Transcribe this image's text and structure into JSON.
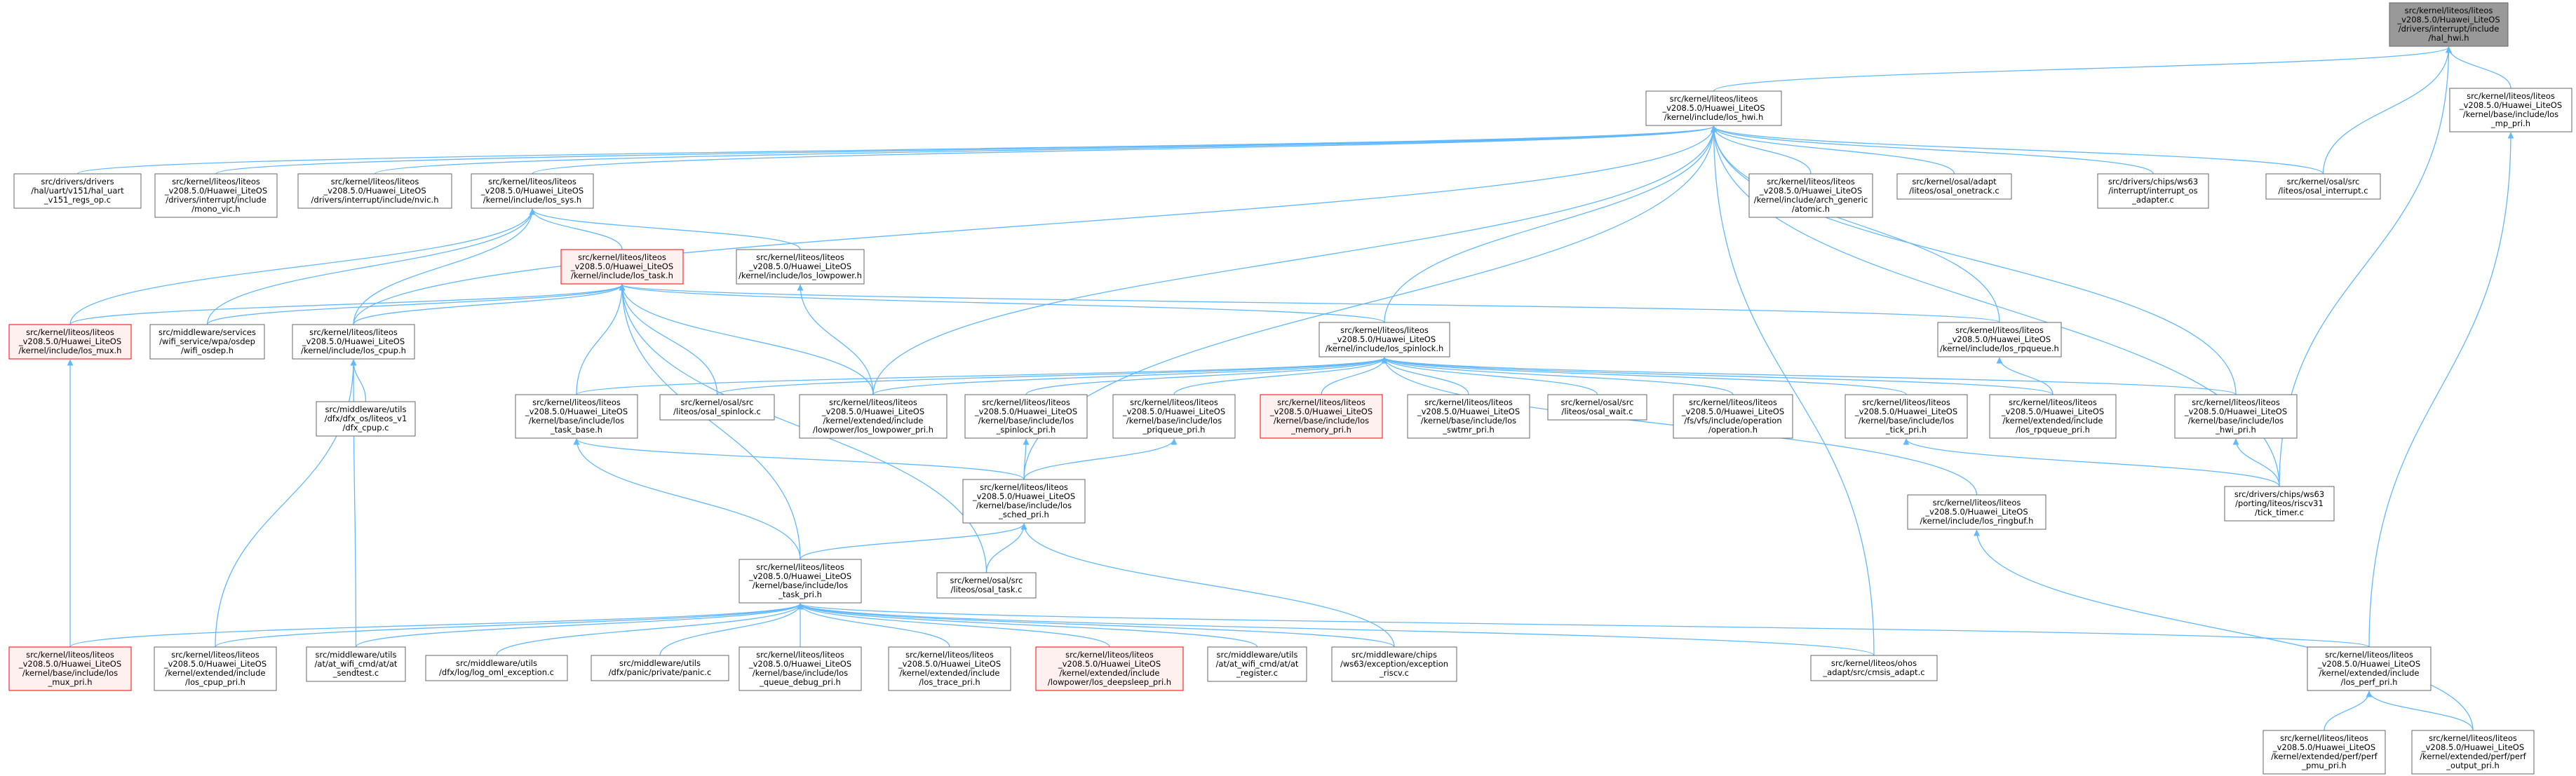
{
  "colors": {
    "edge": "#63b8ff",
    "node_fill": "#ffffff",
    "node_stroke": "#666666",
    "root_fill": "#999999",
    "root_stroke": "#666666",
    "red_fill": "#fff0f0",
    "red_stroke": "#ff0000"
  },
  "nodes": [
    {
      "id": "hal_hwi",
      "kind": "root",
      "lines": [
        "src/kernel/liteos/liteos",
        "_v208.5.0/Huawei_LiteOS",
        "/drivers/interrupt/include",
        "/hal_hwi.h"
      ]
    },
    {
      "id": "los_hwi",
      "kind": "normal",
      "lines": [
        "src/kernel/liteos/liteos",
        "_v208.5.0/Huawei_LiteOS",
        "/kernel/include/los_hwi.h"
      ]
    },
    {
      "id": "los_mp_pri",
      "kind": "normal",
      "lines": [
        "src/kernel/liteos/liteos",
        "_v208.5.0/Huawei_LiteOS",
        "/kernel/base/include/los",
        "_mp_pri.h"
      ]
    },
    {
      "id": "hal_uart",
      "kind": "normal",
      "lines": [
        "src/drivers/drivers",
        "/hal/uart/v151/hal_uart",
        "_v151_regs_op.c"
      ]
    },
    {
      "id": "mono_vic",
      "kind": "normal",
      "lines": [
        "src/kernel/liteos/liteos",
        "_v208.5.0/Huawei_LiteOS",
        "/drivers/interrupt/include",
        "/mono_vic.h"
      ]
    },
    {
      "id": "nvic",
      "kind": "normal",
      "lines": [
        "src/kernel/liteos/liteos",
        "_v208.5.0/Huawei_LiteOS",
        "/drivers/interrupt/include/nvic.h"
      ]
    },
    {
      "id": "los_sys",
      "kind": "normal",
      "lines": [
        "src/kernel/liteos/liteos",
        "_v208.5.0/Huawei_LiteOS",
        "/kernel/include/los_sys.h"
      ]
    },
    {
      "id": "atomic",
      "kind": "normal",
      "lines": [
        "src/kernel/liteos/liteos",
        "_v208.5.0/Huawei_LiteOS",
        "/kernel/include/arch_generic",
        "/atomic.h"
      ]
    },
    {
      "id": "osal_onetrack",
      "kind": "normal",
      "lines": [
        "src/kernel/osal/adapt",
        "/liteos/osal_onetrack.c"
      ]
    },
    {
      "id": "interrupt_os_adapter",
      "kind": "normal",
      "lines": [
        "src/drivers/chips/ws63",
        "/interrupt/interrupt_os",
        "_adapter.c"
      ]
    },
    {
      "id": "osal_interrupt",
      "kind": "normal",
      "lines": [
        "src/kernel/osal/src",
        "/liteos/osal_interrupt.c"
      ]
    },
    {
      "id": "los_task",
      "kind": "red",
      "lines": [
        "src/kernel/liteos/liteos",
        "_v208.5.0/Huawei_LiteOS",
        "/kernel/include/los_task.h"
      ]
    },
    {
      "id": "los_lowpower",
      "kind": "normal",
      "lines": [
        "src/kernel/liteos/liteos",
        "_v208.5.0/Huawei_LiteOS",
        "/kernel/include/los_lowpower.h"
      ]
    },
    {
      "id": "los_mux",
      "kind": "red",
      "lines": [
        "src/kernel/liteos/liteos",
        "_v208.5.0/Huawei_LiteOS",
        "/kernel/include/los_mux.h"
      ]
    },
    {
      "id": "wifi_osdep",
      "kind": "normal",
      "lines": [
        "src/middleware/services",
        "/wifi_service/wpa/osdep",
        "/wifi_osdep.h"
      ]
    },
    {
      "id": "los_cpup",
      "kind": "normal",
      "lines": [
        "src/kernel/liteos/liteos",
        "_v208.5.0/Huawei_LiteOS",
        "/kernel/include/los_cpup.h"
      ]
    },
    {
      "id": "los_spinlock",
      "kind": "normal",
      "lines": [
        "src/kernel/liteos/liteos",
        "_v208.5.0/Huawei_LiteOS",
        "/kernel/include/los_spinlock.h"
      ]
    },
    {
      "id": "los_rpqueue",
      "kind": "normal",
      "lines": [
        "src/kernel/liteos/liteos",
        "_v208.5.0/Huawei_LiteOS",
        "/kernel/include/los_rpqueue.h"
      ]
    },
    {
      "id": "dfx_cpup",
      "kind": "normal",
      "lines": [
        "src/middleware/utils",
        "/dfx/dfx_os/liteos_v1",
        "/dfx_cpup.c"
      ]
    },
    {
      "id": "los_task_base",
      "kind": "normal",
      "lines": [
        "src/kernel/liteos/liteos",
        "_v208.5.0/Huawei_LiteOS",
        "/kernel/base/include/los",
        "_task_base.h"
      ]
    },
    {
      "id": "osal_spinlock",
      "kind": "normal",
      "lines": [
        "src/kernel/osal/src",
        "/liteos/osal_spinlock.c"
      ]
    },
    {
      "id": "los_lowpower_pri",
      "kind": "normal",
      "lines": [
        "src/kernel/liteos/liteos",
        "_v208.5.0/Huawei_LiteOS",
        "/kernel/extended/include",
        "/lowpower/los_lowpower_pri.h"
      ]
    },
    {
      "id": "los_spinlock_pri",
      "kind": "normal",
      "lines": [
        "src/kernel/liteos/liteos",
        "_v208.5.0/Huawei_LiteOS",
        "/kernel/base/include/los",
        "_spinlock_pri.h"
      ]
    },
    {
      "id": "los_priqueue_pri",
      "kind": "normal",
      "lines": [
        "src/kernel/liteos/liteos",
        "_v208.5.0/Huawei_LiteOS",
        "/kernel/base/include/los",
        "_priqueue_pri.h"
      ]
    },
    {
      "id": "los_memory_pri",
      "kind": "red",
      "lines": [
        "src/kernel/liteos/liteos",
        "_v208.5.0/Huawei_LiteOS",
        "/kernel/base/include/los",
        "_memory_pri.h"
      ]
    },
    {
      "id": "los_swtmr_pri",
      "kind": "normal",
      "lines": [
        "src/kernel/liteos/liteos",
        "_v208.5.0/Huawei_LiteOS",
        "/kernel/base/include/los",
        "_swtmr_pri.h"
      ]
    },
    {
      "id": "osal_wait",
      "kind": "normal",
      "lines": [
        "src/kernel/osal/src",
        "/liteos/osal_wait.c"
      ]
    },
    {
      "id": "operation",
      "kind": "normal",
      "lines": [
        "src/kernel/liteos/liteos",
        "_v208.5.0/Huawei_LiteOS",
        "/fs/vfs/include/operation",
        "/operation.h"
      ]
    },
    {
      "id": "los_tick_pri",
      "kind": "normal",
      "lines": [
        "src/kernel/liteos/liteos",
        "_v208.5.0/Huawei_LiteOS",
        "/kernel/base/include/los",
        "_tick_pri.h"
      ]
    },
    {
      "id": "los_rpqueue_pri",
      "kind": "normal",
      "lines": [
        "src/kernel/liteos/liteos",
        "_v208.5.0/Huawei_LiteOS",
        "/kernel/extended/include",
        "/los_rpqueue_pri.h"
      ]
    },
    {
      "id": "los_hwi_pri",
      "kind": "normal",
      "lines": [
        "src/kernel/liteos/liteos",
        "_v208.5.0/Huawei_LiteOS",
        "/kernel/base/include/los",
        "_hwi_pri.h"
      ]
    },
    {
      "id": "los_sched_pri",
      "kind": "normal",
      "lines": [
        "src/kernel/liteos/liteos",
        "_v208.5.0/Huawei_LiteOS",
        "/kernel/base/include/los",
        "_sched_pri.h"
      ]
    },
    {
      "id": "los_ringbuf",
      "kind": "normal",
      "lines": [
        "src/kernel/liteos/liteos",
        "_v208.5.0/Huawei_LiteOS",
        "/kernel/include/los_ringbuf.h"
      ]
    },
    {
      "id": "tick_timer",
      "kind": "normal",
      "lines": [
        "src/drivers/chips/ws63",
        "/porting/liteos/riscv31",
        "/tick_timer.c"
      ]
    },
    {
      "id": "osal_task",
      "kind": "normal",
      "lines": [
        "src/kernel/osal/src",
        "/liteos/osal_task.c"
      ]
    },
    {
      "id": "los_task_pri",
      "kind": "normal",
      "lines": [
        "src/kernel/liteos/liteos",
        "_v208.5.0/Huawei_LiteOS",
        "/kernel/base/include/los",
        "_task_pri.h"
      ]
    },
    {
      "id": "los_mux_pri",
      "kind": "red",
      "lines": [
        "src/kernel/liteos/liteos",
        "_v208.5.0/Huawei_LiteOS",
        "/kernel/base/include/los",
        "_mux_pri.h"
      ]
    },
    {
      "id": "los_cpup_pri",
      "kind": "normal",
      "lines": [
        "src/kernel/liteos/liteos",
        "_v208.5.0/Huawei_LiteOS",
        "/kernel/extended/include",
        "/los_cpup_pri.h"
      ]
    },
    {
      "id": "at_sendtest",
      "kind": "normal",
      "lines": [
        "src/middleware/utils",
        "/at/at_wifi_cmd/at/at",
        "_sendtest.c"
      ]
    },
    {
      "id": "log_oml_exception",
      "kind": "normal",
      "lines": [
        "src/middleware/utils",
        "/dfx/log/log_oml_exception.c"
      ]
    },
    {
      "id": "panic",
      "kind": "normal",
      "lines": [
        "src/middleware/utils",
        "/dfx/panic/private/panic.c"
      ]
    },
    {
      "id": "los_queue_debug_pri",
      "kind": "normal",
      "lines": [
        "src/kernel/liteos/liteos",
        "_v208.5.0/Huawei_LiteOS",
        "/kernel/base/include/los",
        "_queue_debug_pri.h"
      ]
    },
    {
      "id": "los_trace_pri",
      "kind": "normal",
      "lines": [
        "src/kernel/liteos/liteos",
        "_v208.5.0/Huawei_LiteOS",
        "/kernel/extended/include",
        "/los_trace_pri.h"
      ]
    },
    {
      "id": "los_deepsleep_pri",
      "kind": "red",
      "lines": [
        "src/kernel/liteos/liteos",
        "_v208.5.0/Huawei_LiteOS",
        "/kernel/extended/include",
        "/lowpower/los_deepsleep_pri.h"
      ]
    },
    {
      "id": "at_register",
      "kind": "normal",
      "lines": [
        "src/middleware/utils",
        "/at/at_wifi_cmd/at/at",
        "_register.c"
      ]
    },
    {
      "id": "exception_riscv",
      "kind": "normal",
      "lines": [
        "src/middleware/chips",
        "/ws63/exception/exception",
        "_riscv.c"
      ]
    },
    {
      "id": "cmsis_adapt",
      "kind": "normal",
      "lines": [
        "src/kernel/liteos/ohos",
        "_adapt/src/cmsis_adapt.c"
      ]
    },
    {
      "id": "los_perf_pri",
      "kind": "normal",
      "lines": [
        "src/kernel/liteos/liteos",
        "_v208.5.0/Huawei_LiteOS",
        "/kernel/extended/include",
        "/los_perf_pri.h"
      ]
    },
    {
      "id": "perf_pmu_pri",
      "kind": "normal",
      "lines": [
        "src/kernel/liteos/liteos",
        "_v208.5.0/Huawei_LiteOS",
        "/kernel/extended/perf/perf",
        "_pmu_pri.h"
      ]
    },
    {
      "id": "perf_output_pri",
      "kind": "normal",
      "lines": [
        "src/kernel/liteos/liteos",
        "_v208.5.0/Huawei_LiteOS",
        "/kernel/extended/perf/perf",
        "_output_pri.h"
      ]
    }
  ],
  "edges": [
    [
      "los_hwi",
      "hal_hwi"
    ],
    [
      "osal_interrupt",
      "hal_hwi"
    ],
    [
      "tick_timer",
      "hal_hwi"
    ],
    [
      "los_mp_pri",
      "hal_hwi"
    ],
    [
      "hal_uart",
      "los_hwi"
    ],
    [
      "mono_vic",
      "los_hwi"
    ],
    [
      "nvic",
      "los_hwi"
    ],
    [
      "los_sys",
      "los_hwi"
    ],
    [
      "atomic",
      "los_hwi"
    ],
    [
      "osal_onetrack",
      "los_hwi"
    ],
    [
      "interrupt_os_adapter",
      "los_hwi"
    ],
    [
      "osal_interrupt",
      "los_hwi"
    ],
    [
      "los_cpup",
      "los_hwi"
    ],
    [
      "los_spinlock",
      "los_hwi"
    ],
    [
      "los_rpqueue",
      "los_hwi"
    ],
    [
      "los_hwi_pri",
      "los_hwi"
    ],
    [
      "tick_timer",
      "los_hwi"
    ],
    [
      "los_sched_pri",
      "los_hwi"
    ],
    [
      "cmsis_adapt",
      "los_hwi"
    ],
    [
      "los_lowpower_pri",
      "los_hwi"
    ],
    [
      "los_task",
      "los_sys"
    ],
    [
      "los_lowpower",
      "los_sys"
    ],
    [
      "los_mux",
      "los_sys"
    ],
    [
      "wifi_osdep",
      "los_sys"
    ],
    [
      "los_cpup",
      "los_sys"
    ],
    [
      "los_mux",
      "los_task"
    ],
    [
      "wifi_osdep",
      "los_task"
    ],
    [
      "los_cpup",
      "los_task"
    ],
    [
      "los_spinlock",
      "los_task"
    ],
    [
      "los_task_base",
      "los_task"
    ],
    [
      "osal_spinlock",
      "los_task"
    ],
    [
      "los_lowpower_pri",
      "los_task"
    ],
    [
      "los_rpqueue",
      "los_task"
    ],
    [
      "los_task_pri",
      "los_task"
    ],
    [
      "osal_task",
      "los_task"
    ],
    [
      "los_lowpower_pri",
      "los_lowpower"
    ],
    [
      "los_mux_pri",
      "los_mux"
    ],
    [
      "dfx_cpup",
      "los_cpup"
    ],
    [
      "los_cpup_pri",
      "los_cpup"
    ],
    [
      "at_sendtest",
      "los_cpup"
    ],
    [
      "los_task_base",
      "los_spinlock"
    ],
    [
      "osal_spinlock",
      "los_spinlock"
    ],
    [
      "los_lowpower_pri",
      "los_spinlock"
    ],
    [
      "los_spinlock_pri",
      "los_spinlock"
    ],
    [
      "los_priqueue_pri",
      "los_spinlock"
    ],
    [
      "los_memory_pri",
      "los_spinlock"
    ],
    [
      "los_swtmr_pri",
      "los_spinlock"
    ],
    [
      "osal_wait",
      "los_spinlock"
    ],
    [
      "operation",
      "los_spinlock"
    ],
    [
      "los_tick_pri",
      "los_spinlock"
    ],
    [
      "los_rpqueue_pri",
      "los_spinlock"
    ],
    [
      "los_hwi_pri",
      "los_spinlock"
    ],
    [
      "los_ringbuf",
      "los_spinlock"
    ],
    [
      "los_rpqueue_pri",
      "los_rpqueue"
    ],
    [
      "tick_timer",
      "los_tick_pri"
    ],
    [
      "tick_timer",
      "los_hwi_pri"
    ],
    [
      "los_sched_pri",
      "los_task_base"
    ],
    [
      "los_task_pri",
      "los_task_base"
    ],
    [
      "los_sched_pri",
      "los_spinlock_pri"
    ],
    [
      "los_sched_pri",
      "los_priqueue_pri"
    ],
    [
      "los_task_pri",
      "los_sched_pri"
    ],
    [
      "osal_task",
      "los_sched_pri"
    ],
    [
      "exception_riscv",
      "los_sched_pri"
    ],
    [
      "perf_output_pri",
      "los_ringbuf"
    ],
    [
      "los_mux_pri",
      "los_task_pri"
    ],
    [
      "los_cpup_pri",
      "los_task_pri"
    ],
    [
      "at_sendtest",
      "los_task_pri"
    ],
    [
      "log_oml_exception",
      "los_task_pri"
    ],
    [
      "panic",
      "los_task_pri"
    ],
    [
      "los_queue_debug_pri",
      "los_task_pri"
    ],
    [
      "los_trace_pri",
      "los_task_pri"
    ],
    [
      "los_deepsleep_pri",
      "los_task_pri"
    ],
    [
      "at_register",
      "los_task_pri"
    ],
    [
      "exception_riscv",
      "los_task_pri"
    ],
    [
      "cmsis_adapt",
      "los_task_pri"
    ],
    [
      "los_perf_pri",
      "los_task_pri"
    ],
    [
      "los_perf_pri",
      "los_mp_pri"
    ],
    [
      "perf_pmu_pri",
      "los_perf_pri"
    ],
    [
      "perf_output_pri",
      "los_perf_pri"
    ]
  ]
}
